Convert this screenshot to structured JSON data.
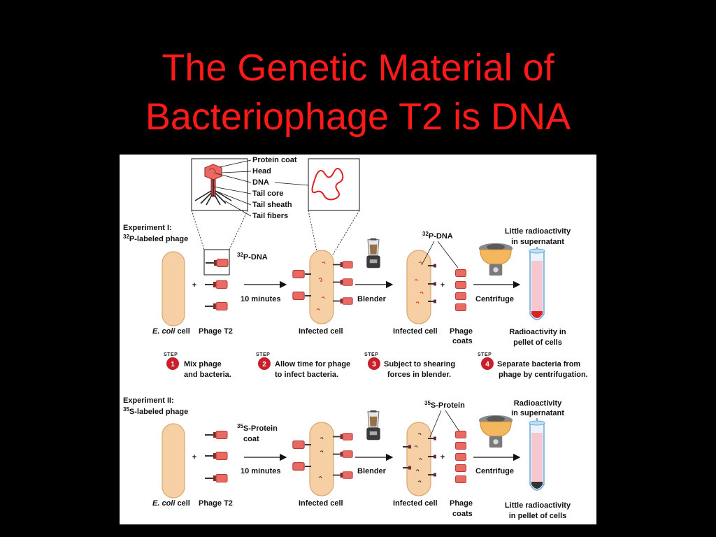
{
  "title": {
    "line1": "The Genetic Material of",
    "line2": "Bacteriophage T2 is DNA"
  },
  "colors": {
    "title": "#ff1a1a",
    "cell_fill": "#f6d0a4",
    "cell_stroke": "#d9a66f",
    "phage_red": "#e45d57",
    "step_red": "#c8202a"
  },
  "phage_anatomy": {
    "labels": [
      "Protein coat",
      "Head",
      "DNA",
      "Tail core",
      "Tail sheath",
      "Tail fibers"
    ]
  },
  "experiment1": {
    "title": "Experiment I:",
    "isotope_sup": "32",
    "subtitle": "P-labeled phage",
    "dna_label_sup": "32",
    "dna_label": "P-DNA",
    "dna_label2_sup": "32",
    "dna_label2": "P-DNA",
    "ecoli_italic": "E. coli",
    "ecoli_rest": " cell",
    "phage_label": "Phage T2",
    "plus": "+",
    "time": "10 minutes",
    "infected": "Infected cell",
    "blender": "Blender",
    "infected2": "Infected cell",
    "coats_line1": "Phage",
    "coats_line2": "coats",
    "centrifuge": "Centrifuge",
    "super_line1": "Little radioactivity",
    "super_line2": "in supernatant",
    "pellet_line1": "Radioactivity in",
    "pellet_line2": "pellet of cells"
  },
  "steps": [
    {
      "number": "1",
      "word": "STEP",
      "line1": "Mix phage",
      "line2": "and bacteria."
    },
    {
      "number": "2",
      "word": "STEP",
      "line1": "Allow time for phage",
      "line2": "to infect bacteria."
    },
    {
      "number": "3",
      "word": "STEP",
      "line1": "Subject to shearing",
      "line2": "forces in blender."
    },
    {
      "number": "4",
      "word": "STEP",
      "line1": "Separate bacteria from",
      "line2": "phage by centrifugation."
    }
  ],
  "experiment2": {
    "title": "Experiment II:",
    "isotope_sup": "35",
    "subtitle": "S-labeled phage",
    "protein_sup": "35",
    "protein_line1": "S-Protein",
    "protein_line2": "coat",
    "protein2_sup": "35",
    "protein2": "S-Protein",
    "ecoli_italic": "E. coli",
    "ecoli_rest": " cell",
    "phage_label": "Phage T2",
    "plus": "+",
    "time": "10 minutes",
    "infected": "Infected cell",
    "blender": "Blender",
    "infected2": "Infected cell",
    "coats_line1": "Phage",
    "coats_line2": "coats",
    "centrifuge": "Centrifuge",
    "super_line1": "Radioactivity",
    "super_line2": "in supernatant",
    "pellet_line1": "Little radioactivity",
    "pellet_line2": "in pellet of cells"
  }
}
